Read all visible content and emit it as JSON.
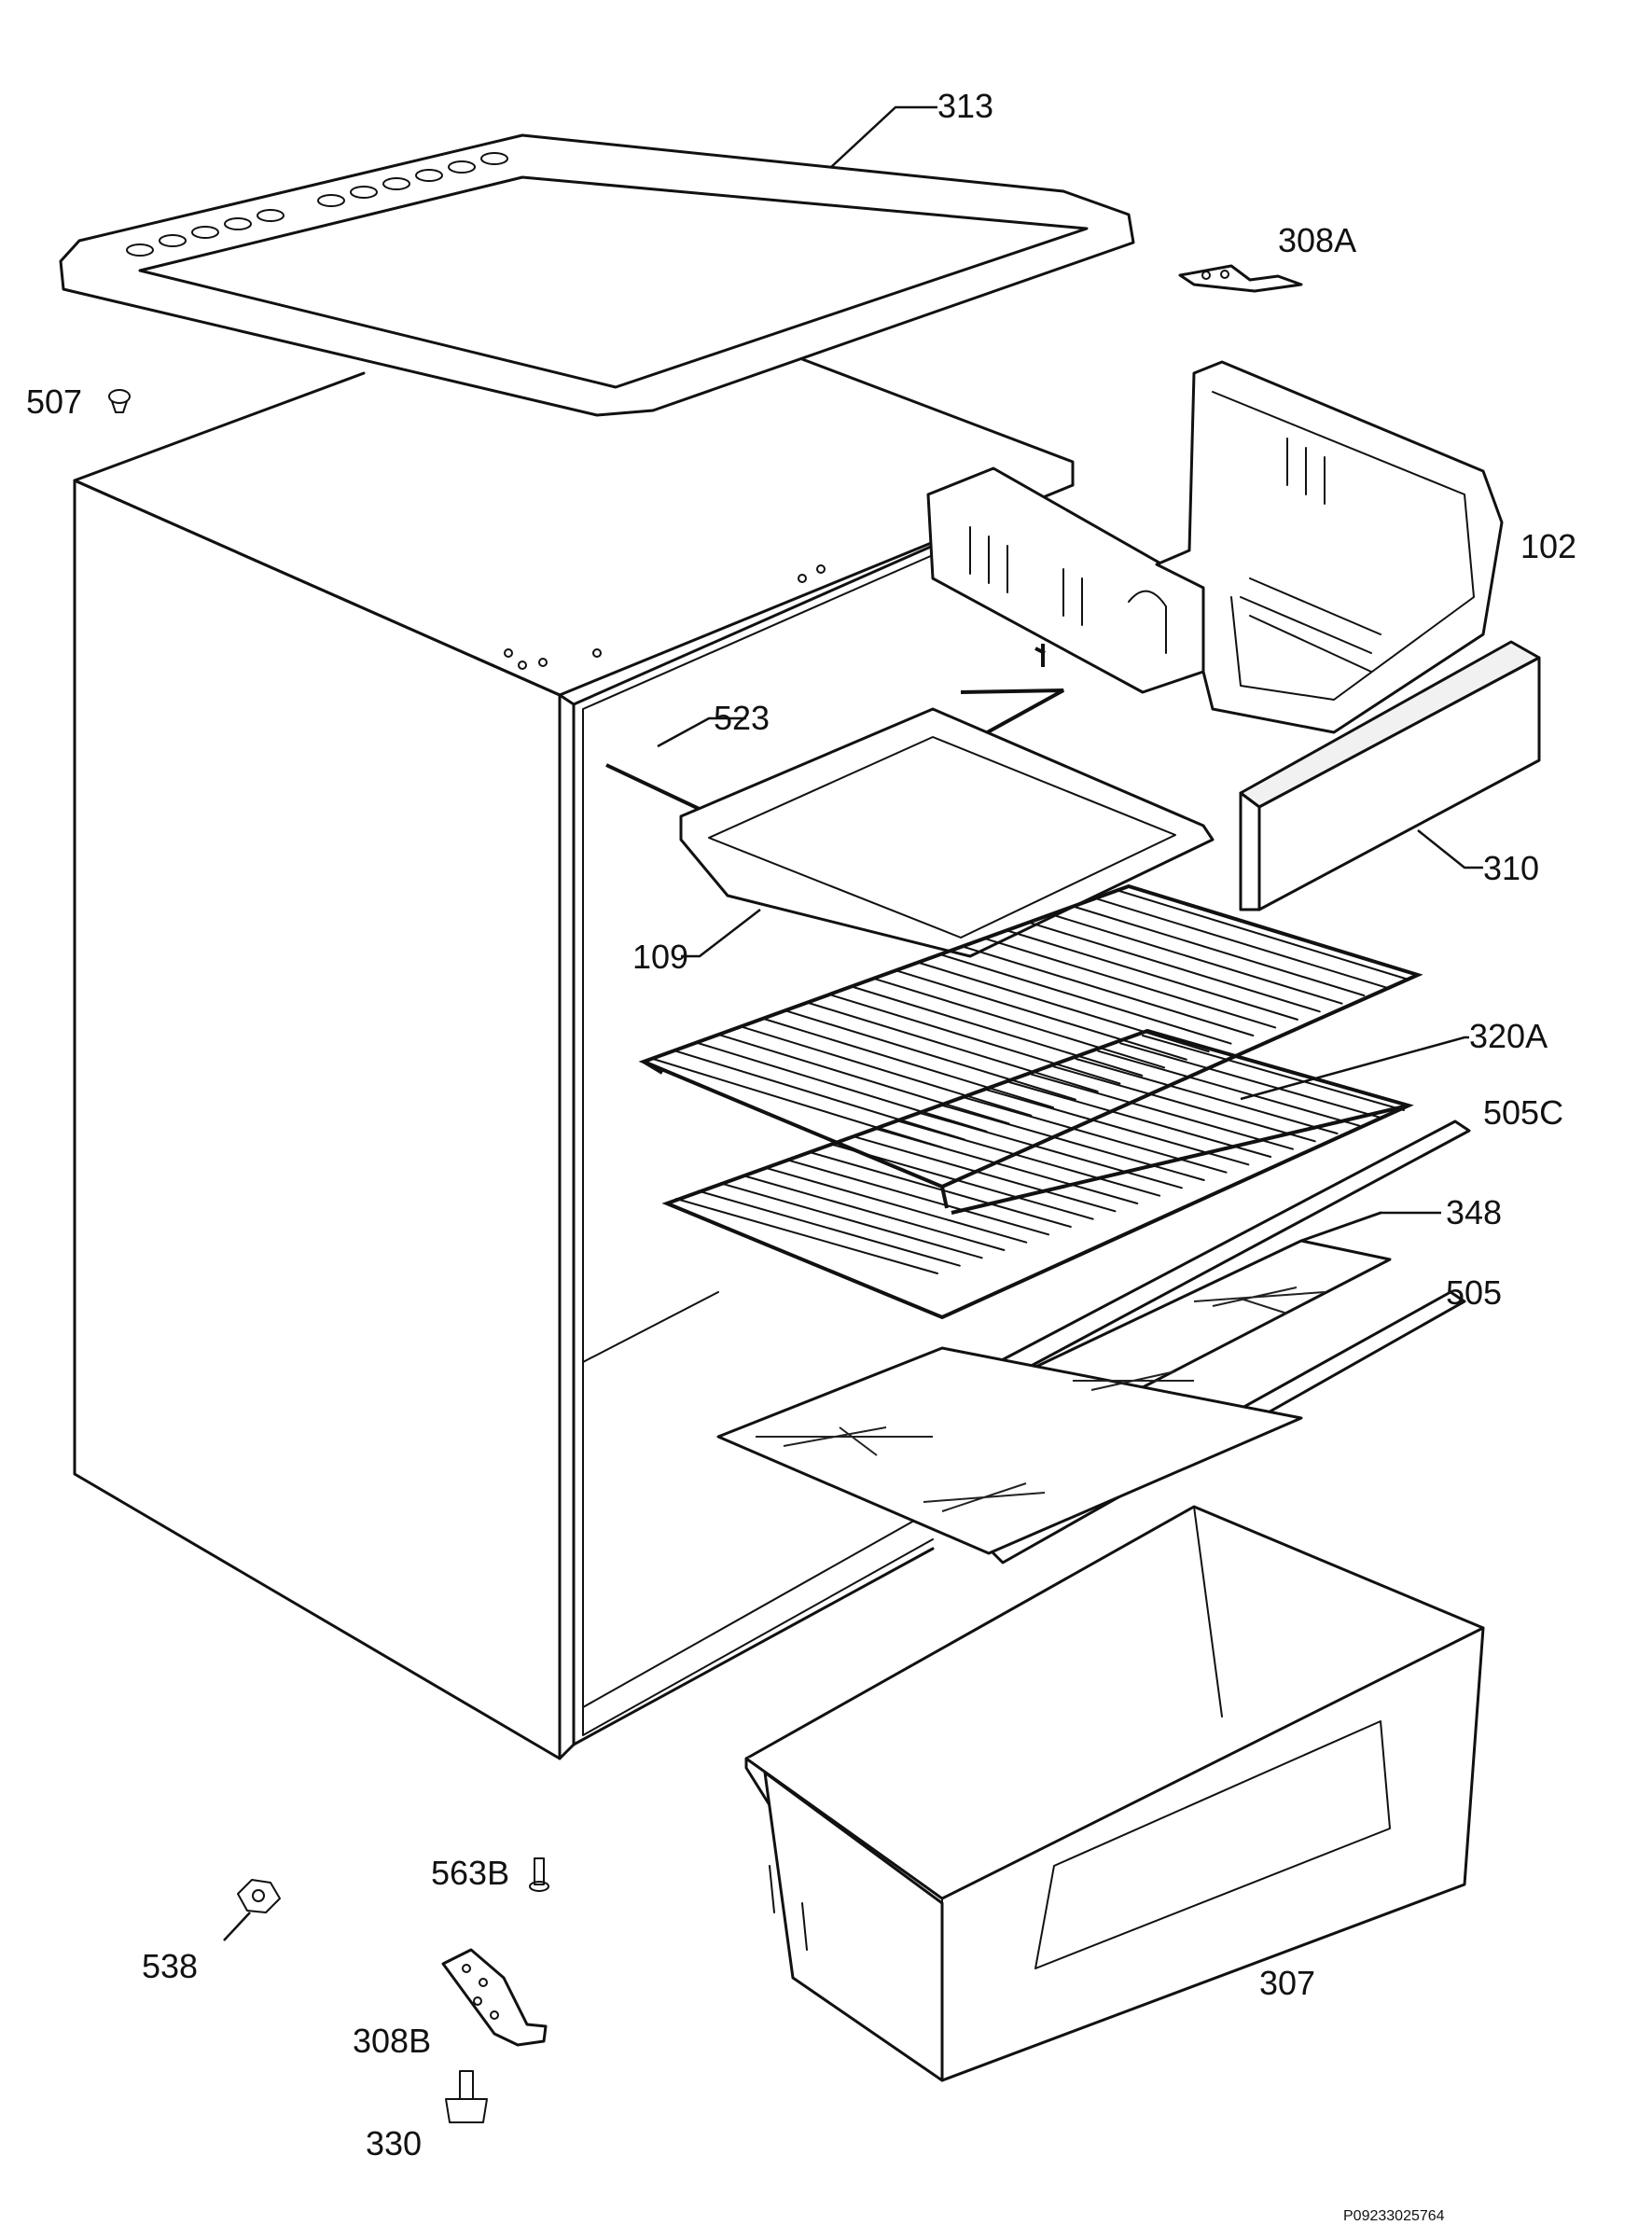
{
  "labels": {
    "l313": "313",
    "l308a": "308A",
    "l507": "507",
    "l102": "102",
    "l523": "523",
    "l310": "310",
    "l109": "109",
    "l320a": "320A",
    "l505c": "505C",
    "l348": "348",
    "l505": "505",
    "l563b": "563B",
    "l538": "538",
    "l307": "307",
    "l308b": "308B",
    "l330": "330"
  },
  "footer": {
    "code": "P09233025764"
  },
  "colors": {
    "ink": "#111111",
    "paper": "#ffffff"
  }
}
